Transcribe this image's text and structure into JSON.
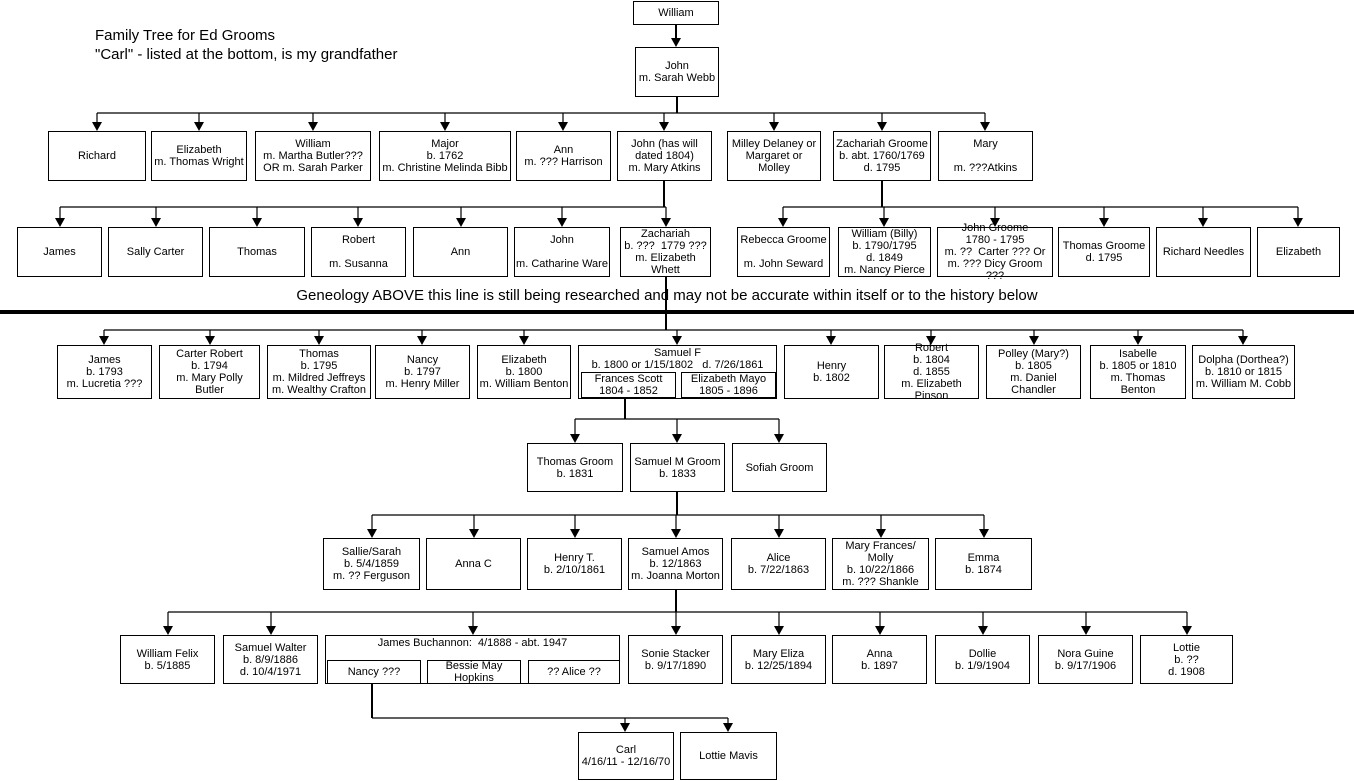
{
  "header": {
    "title": "Family Tree for Ed Grooms\n\"Carl\" - listed at the bottom, is my grandfather"
  },
  "divider_note": "Geneology ABOVE this line is still being researched and may not be accurate within itself or to the history below",
  "gen1": [
    "William"
  ],
  "gen2": [
    "John\nm. Sarah Webb"
  ],
  "gen3": [
    "Richard",
    "Elizabeth\nm. Thomas Wright",
    "William\nm. Martha Butler???\nOR m. Sarah Parker",
    "Major\nb. 1762\nm. Christine Melinda Bibb",
    "Ann\nm. ??? Harrison",
    "John (has will\ndated 1804)\nm. Mary Atkins",
    "Milley Delaney or\nMargaret or\nMolley",
    "Zachariah Groome\nb. abt. 1760/1769\nd. 1795",
    "Mary\n\nm. ???Atkins"
  ],
  "gen4": [
    "James",
    "Sally Carter",
    "Thomas",
    "Robert\n\nm. Susanna",
    "Ann",
    "John\n\nm. Catharine Ware",
    "Zachariah\nb. ???  1779 ???\nm. Elizabeth\nWhett",
    "Rebecca Groome\n\nm. John Seward",
    "William (Billy)\nb. 1790/1795\nd. 1849\nm. Nancy Pierce",
    "John Groome\n1780 - 1795\nm. ??  Carter ??? Or\nm. ??? Dicy Groom ???",
    "Thomas Groome\nd. 1795",
    "Richard Needles",
    "Elizabeth"
  ],
  "gen5": [
    "James\nb. 1793\nm. Lucretia ???",
    "Carter Robert\nb. 1794\nm. Mary Polly Butler",
    "Thomas\nb. 1795\nm. Mildred Jeffreys\nm. Wealthy Crafton",
    "Nancy\nb. 1797\nm. Henry Miller",
    "Elizabeth\nb. 1800\nm. William Benton",
    "Henry\nb. 1802",
    "Robert\nb. 1804\nd. 1855\nm. Elizabeth Pinson",
    "Polley (Mary?)\nb. 1805\nm. Daniel Chandler",
    "Isabelle\nb. 1805 or 1810\nm. Thomas Benton",
    "Dolpha (Dorthea?)\nb. 1810 or 1815\nm. William M. Cobb"
  ],
  "samuel_f": {
    "header": "Samuel F\nb. 1800 or 1/15/1802   d. 7/26/1861",
    "wife1": "Frances Scott\n1804 - 1852",
    "wife2": "Elizabeth Mayo\n1805 - 1896"
  },
  "gen6": [
    "Thomas Groom\nb. 1831",
    "Samuel M Groom\nb. 1833",
    "Sofiah Groom"
  ],
  "gen7": [
    "Sallie/Sarah\nb. 5/4/1859\nm. ?? Ferguson",
    "Anna C",
    "Henry T.\nb. 2/10/1861",
    "Samuel Amos\nb. 12/1863\nm. Joanna Morton",
    "Alice\nb. 7/22/1863",
    "Mary Frances/\nMolly\nb. 10/22/1866\nm. ??? Shankle",
    "Emma\nb. 1874"
  ],
  "gen8": [
    "William Felix\nb. 5/1885",
    "Samuel Walter\nb. 8/9/1886\nd. 10/4/1971",
    "Sonie Stacker\nb. 9/17/1890",
    "Mary Eliza\nb. 12/25/1894",
    "Anna\nb. 1897",
    "Dollie\nb. 1/9/1904",
    "Nora Guine\nb. 9/17/1906",
    "Lottie\nb. ??\nd. 1908"
  ],
  "james_buchannon": {
    "header": "James Buchannon:  4/1888 - abt. 1947",
    "wife1": "Nancy ???",
    "wife2": "Bessie May\nHopkins",
    "wife3": "?? Alice ??"
  },
  "gen9": [
    "Carl\n4/16/11 - 12/16/70",
    "Lottie Mavis"
  ]
}
